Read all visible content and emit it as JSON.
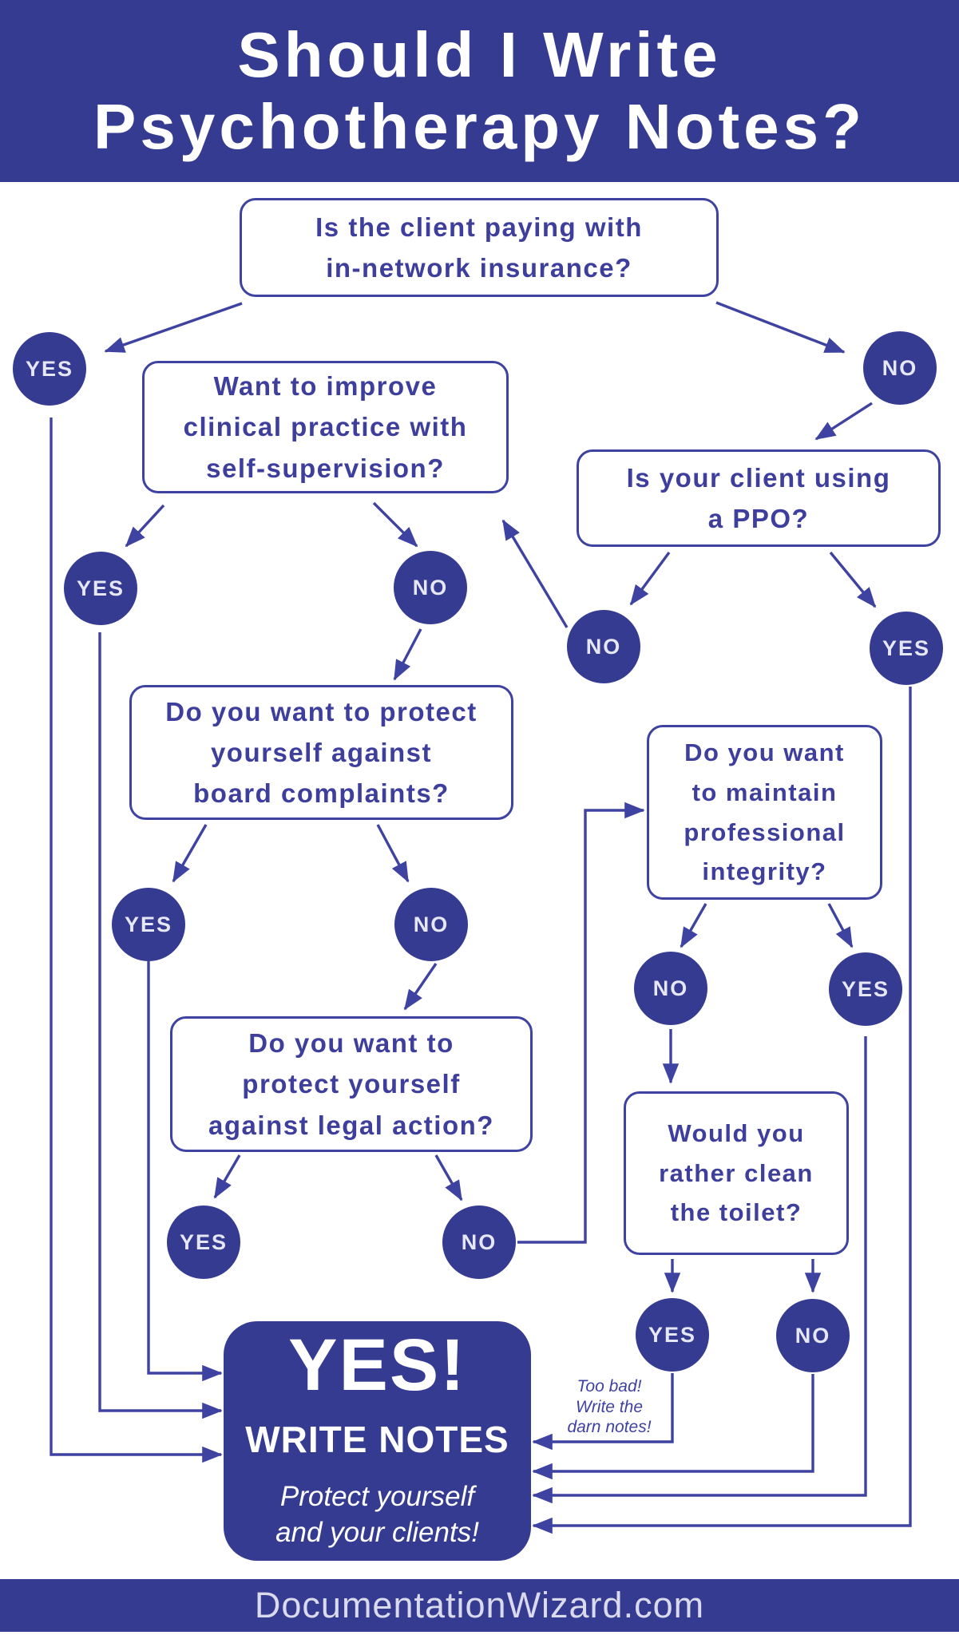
{
  "title": {
    "line1": "Should I Write",
    "line2": "Psychotherapy Notes?"
  },
  "questions": {
    "insurance": "Is the client paying with\nin-network insurance?",
    "supervision": "Want to improve\nclinical practice with\nself-supervision?",
    "ppo": "Is your client using\na PPO?",
    "board": "Do you want to protect\nyourself against\nboard complaints?",
    "integrity": "Do you want\nto maintain\nprofessional\nintegrity?",
    "legal": "Do you want to\nprotect yourself\nagainst legal action?",
    "toilet": "Would you\nrather clean\nthe toilet?"
  },
  "nodes": [
    {
      "branch": "insurance-yes",
      "label": "YES"
    },
    {
      "branch": "insurance-no",
      "label": "NO"
    },
    {
      "branch": "supervision-yes",
      "label": "YES"
    },
    {
      "branch": "supervision-no",
      "label": "NO"
    },
    {
      "branch": "ppo-no",
      "label": "NO"
    },
    {
      "branch": "ppo-yes",
      "label": "YES"
    },
    {
      "branch": "board-yes",
      "label": "YES"
    },
    {
      "branch": "board-no",
      "label": "NO"
    },
    {
      "branch": "integrity-no",
      "label": "NO"
    },
    {
      "branch": "integrity-yes",
      "label": "YES"
    },
    {
      "branch": "legal-yes",
      "label": "YES"
    },
    {
      "branch": "legal-no",
      "label": "NO"
    },
    {
      "branch": "toilet-yes",
      "label": "YES"
    },
    {
      "branch": "toilet-no",
      "label": "NO"
    }
  ],
  "annotation": "Too bad!\nWrite the\ndarn notes!",
  "result": {
    "headline": "YES!",
    "subhead": "WRITE NOTES",
    "note": "Protect yourself\nand your clients!"
  },
  "footer": {
    "url": "DocumentationWizard.com"
  },
  "colors": {
    "primary_blue": "#363b92",
    "line_blue": "#3e42a0",
    "circle_text": "#e6e7f4",
    "footer_text": "#d9daeb"
  }
}
